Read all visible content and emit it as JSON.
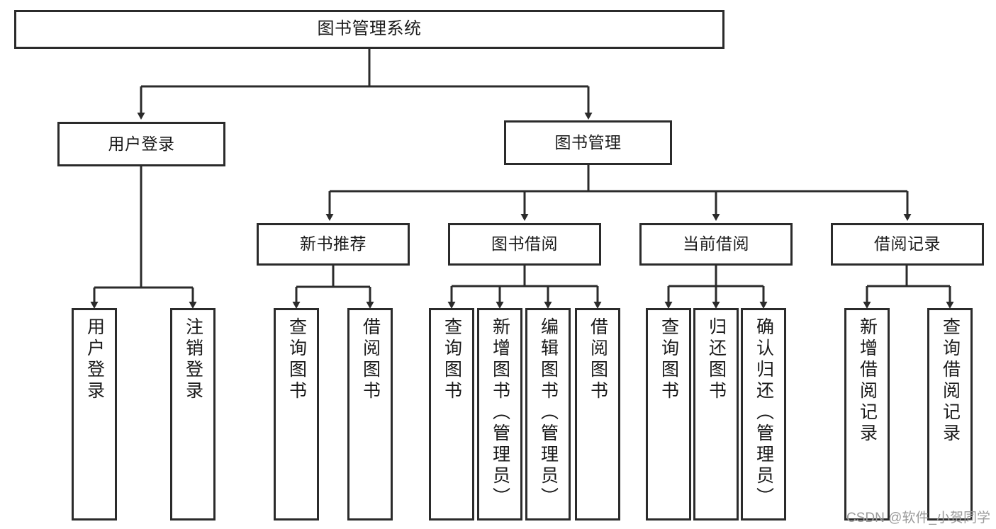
{
  "diagram": {
    "type": "tree-hierarchy",
    "title": "图书管理系统",
    "orientation": "top-down",
    "colors": {
      "background": "#ffffff",
      "box_fill": "#ffffff",
      "box_border": "#2b2b2b",
      "connector": "#2b2b2b",
      "text": "#1a1a1a",
      "watermark": "#9a9a9a"
    }
  },
  "root": {
    "label": "图书管理系统"
  },
  "level1": [
    {
      "id": "user-login",
      "label": "用户登录"
    },
    {
      "id": "book-management",
      "label": "图书管理"
    }
  ],
  "level2": [
    {
      "id": "new-book-recommend",
      "label": "新书推荐",
      "parent": "book-management"
    },
    {
      "id": "book-borrow",
      "label": "图书借阅",
      "parent": "book-management"
    },
    {
      "id": "current-borrow",
      "label": "当前借阅",
      "parent": "book-management"
    },
    {
      "id": "borrow-record",
      "label": "借阅记录",
      "parent": "book-management"
    }
  ],
  "leaves": {
    "user-login": [
      {
        "id": "leaf-user-login",
        "label": "用户登录"
      },
      {
        "id": "leaf-logout-login",
        "label": "注销登录"
      }
    ],
    "new-book-recommend": [
      {
        "id": "leaf-query-book-1",
        "label": "查询图书"
      },
      {
        "id": "leaf-borrow-book-1",
        "label": "借阅图书"
      }
    ],
    "book-borrow": [
      {
        "id": "leaf-query-book-2",
        "label": "查询图书"
      },
      {
        "id": "leaf-add-book",
        "label": "新增图书（管理员）"
      },
      {
        "id": "leaf-edit-book",
        "label": "编辑图书（管理员）"
      },
      {
        "id": "leaf-borrow-book-2",
        "label": "借阅图书"
      }
    ],
    "current-borrow": [
      {
        "id": "leaf-query-book-3",
        "label": "查询图书"
      },
      {
        "id": "leaf-return-book",
        "label": "归还图书"
      },
      {
        "id": "leaf-confirm-return",
        "label": "确认归还（管理员）"
      }
    ],
    "borrow-record": [
      {
        "id": "leaf-add-record",
        "label": "新增借阅记录"
      },
      {
        "id": "leaf-query-record",
        "label": "查询借阅记录"
      }
    ]
  },
  "watermark": {
    "text": "CSDN @软件_小贺同学"
  }
}
